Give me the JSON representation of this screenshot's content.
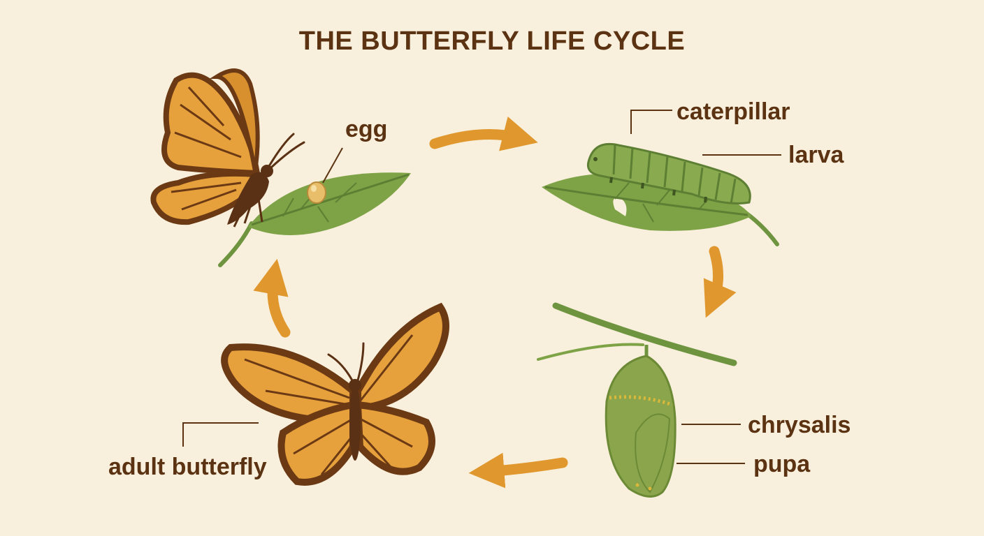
{
  "title": "THE BUTTERFLY LIFE CYCLE",
  "labels": {
    "egg": "egg",
    "caterpillar": "caterpillar",
    "larva": "larva",
    "chrysalis": "chrysalis",
    "pupa": "pupa",
    "adult": "adult butterfly"
  },
  "colors": {
    "background": "#f8f0dc",
    "text": "#5c3312",
    "arrow": "#e0982e",
    "leaf": "#7ea347",
    "wing_orange": "#e6a03c",
    "wing_border": "#6b3a14",
    "chrysalis": "#8aa54c",
    "caterpillar": "#89aa4f"
  }
}
